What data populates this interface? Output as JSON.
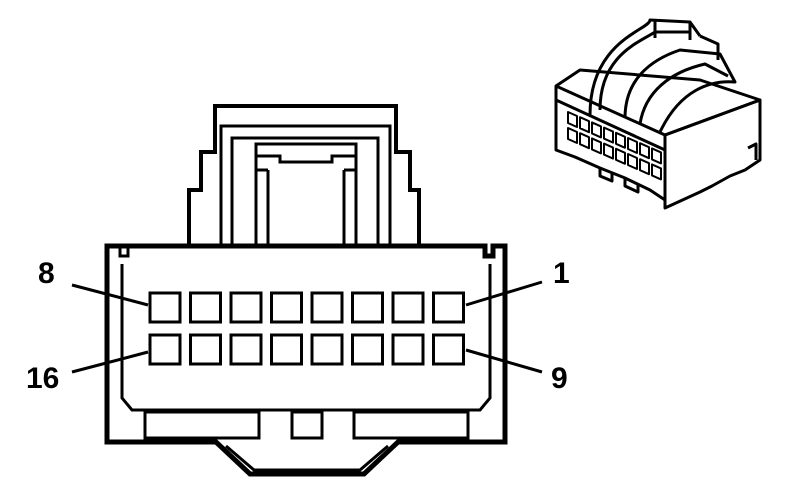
{
  "diagram": {
    "pin_labels": {
      "top_left": "8",
      "top_right": "1",
      "bottom_left": "16",
      "bottom_right": "9"
    },
    "rows": 2,
    "pins_per_row": 8
  }
}
